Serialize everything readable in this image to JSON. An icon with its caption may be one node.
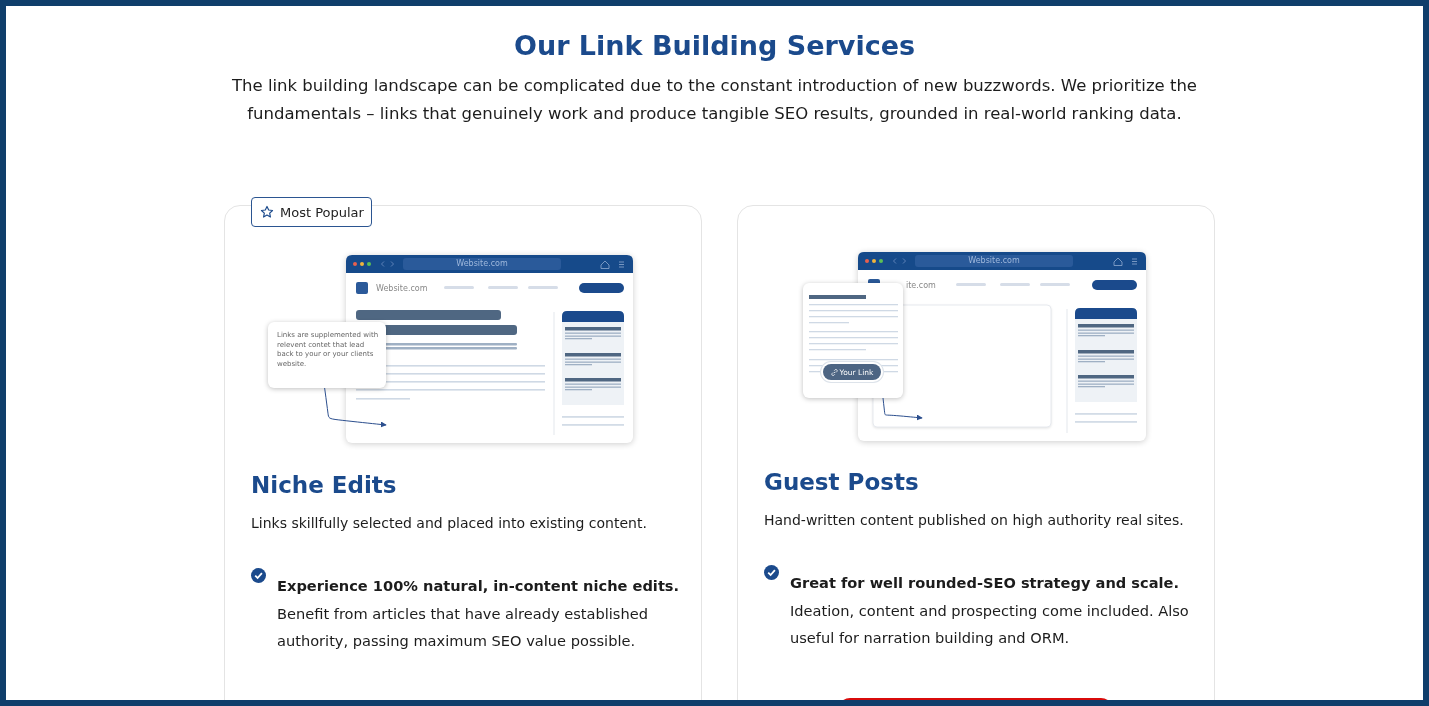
{
  "diagram": {
    "title": "Our Link Building Services",
    "nodes": [
      {
        "text": [
          "Niche Edits",
          "Links skillfully selected and placed into existing content.",
          "**Experience 100% natural, in-content niche edits.** Benefit from articles that have already established authority, passing maximum SEO value possible."
        ]
      },
      {
        "text": [
          "Most Popular"
        ],
        "in": 0
      },
      {
        "text": [
          "Website.com",
          "Website.com"
        ],
        "in": 0
      },
      {
        "text": [
          "Links are supplemented with relevent contet that lead back to your or your clients website."
        ],
        "in": 0
      },
      {
        "text": [
          "Guest Posts",
          "Hand-written content published on high authority real sites.",
          "**Great for well rounded-SEO strategy and scale.** Ideation, content and prospecting come included. Also useful for narration building and ORM."
        ]
      },
      {
        "text": [
          "Website.com",
          "ite.com"
        ],
        "in": 4
      },
      {
        "text": [],
        "shape": "box",
        "in": 4
      },
      {
        "text": [
          "Your Link"
        ],
        "in": 6
      }
    ],
    "edges": [
      {
        "from": 3,
        "to": 2,
        "arrow": "to"
      },
      {
        "from": 6,
        "to": 5,
        "arrow": "to"
      }
    ],
    "labels": [
      "The link building landscape can be complicated due to the constant introduction of new buzzwords. We prioritize the fundamentals – links that genuinely work and produce tangible SEO results, grounded in real-world ranking data."
    ]
  }
}
